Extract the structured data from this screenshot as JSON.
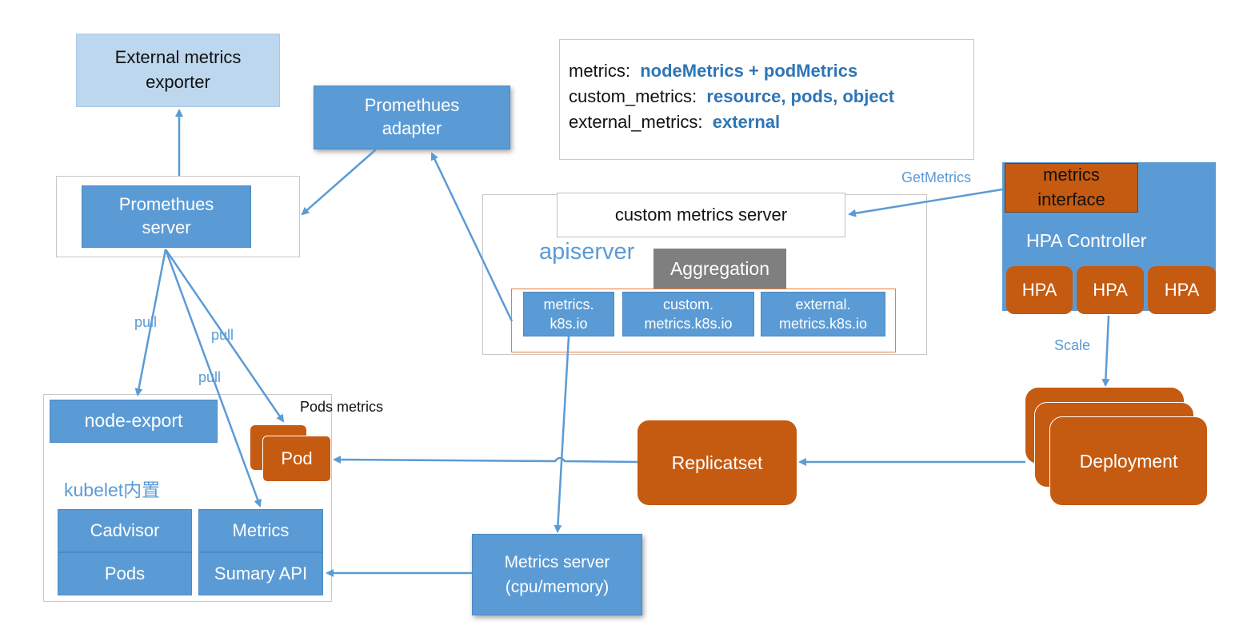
{
  "external_exporter": "External metrics\nexporter",
  "prometheus_adapter": "Promethues\nadapter",
  "prometheus_server": "Promethues\nserver",
  "legend": {
    "line1_key": "metrics:",
    "line1_val": "nodeMetrics + podMetrics",
    "line2_key": "custom_metrics:",
    "line2_val": "resource, pods, object",
    "line3_key": "external_metrics:",
    "line3_val": "external"
  },
  "custom_metrics_server": "custom metrics server",
  "apiserver_label": "apiserver",
  "aggregation": "Aggregation",
  "api_groups": [
    "metrics.\nk8s.io",
    "custom.\nmetrics.k8s.io",
    "external.\nmetrics.k8s.io"
  ],
  "metrics_interface": "metrics\ninterface",
  "hpa_controller": "HPA Controller",
  "hpa_items": [
    "HPA",
    "HPA",
    "HPA"
  ],
  "get_metrics_label": "GetMetrics",
  "scale_label": "Scale",
  "pull_labels": [
    "pull",
    "pull",
    "pull"
  ],
  "node_export": "node-export",
  "pods_metrics_label": "Pods metrics",
  "pod": "Pod",
  "kubelet_label": "kubelet内置",
  "kubelet_cells": [
    "Cadvisor",
    "Metrics",
    "Pods",
    "Sumary API"
  ],
  "replicaset": "Replicatset",
  "deployment": "Deployment",
  "metrics_server": "Metrics server\n(cpu/memory)",
  "colors": {
    "blue": "#5b9bd5",
    "orange": "#c55a11",
    "light_blue": "#bdd7ee"
  }
}
